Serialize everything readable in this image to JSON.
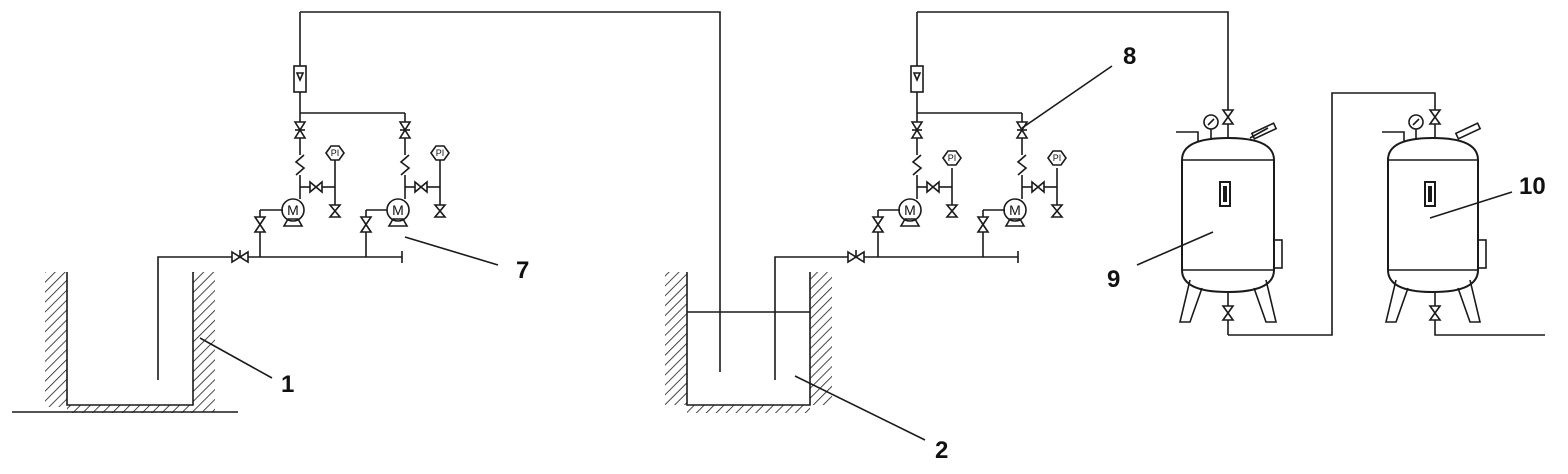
{
  "diagram": {
    "callouts": [
      {
        "id": "pool-1",
        "text": "1"
      },
      {
        "id": "pool-2",
        "text": "2"
      },
      {
        "id": "pump-group-1",
        "text": "7"
      },
      {
        "id": "pump-group-2",
        "text": "8"
      },
      {
        "id": "tank-9",
        "text": "9"
      },
      {
        "id": "tank-10",
        "text": "10"
      }
    ],
    "gauge_label": "PI",
    "motor_label": "M"
  },
  "colors": {
    "line": "#1a1a1a",
    "background": "#ffffff"
  }
}
